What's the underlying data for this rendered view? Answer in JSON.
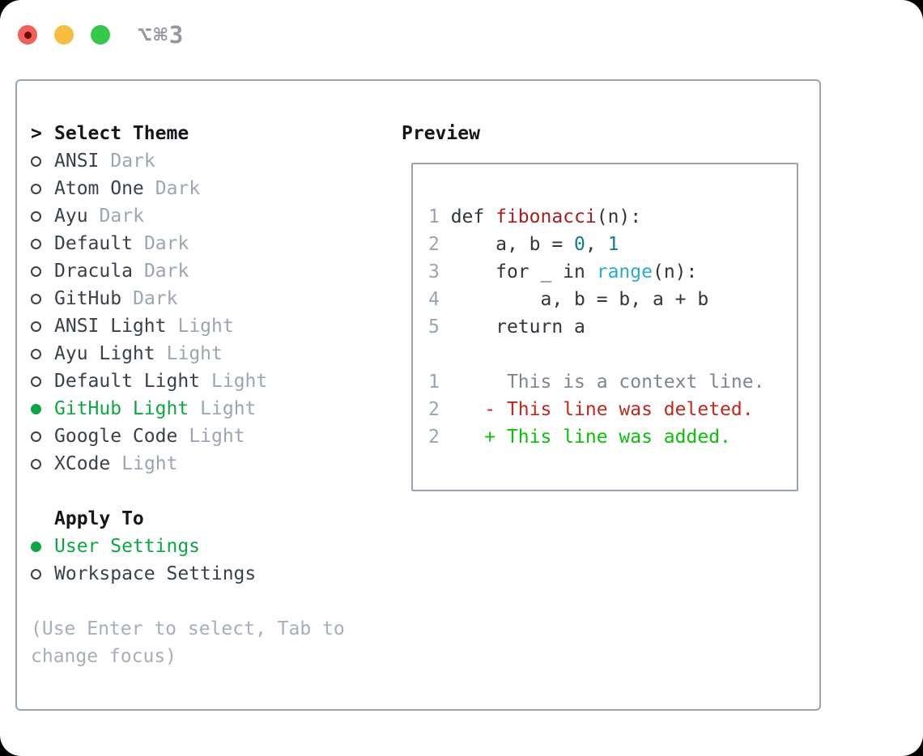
{
  "window": {
    "title": "⌥⌘3"
  },
  "theme_selector": {
    "header_marker": ">",
    "header": "Select Theme",
    "options": [
      {
        "name": "ANSI",
        "variant": "Dark",
        "selected": false
      },
      {
        "name": "Atom One",
        "variant": "Dark",
        "selected": false
      },
      {
        "name": "Ayu",
        "variant": "Dark",
        "selected": false
      },
      {
        "name": "Default",
        "variant": "Dark",
        "selected": false
      },
      {
        "name": "Dracula",
        "variant": "Dark",
        "selected": false
      },
      {
        "name": "GitHub",
        "variant": "Dark",
        "selected": false
      },
      {
        "name": "ANSI Light",
        "variant": "Light",
        "selected": false
      },
      {
        "name": "Ayu Light",
        "variant": "Light",
        "selected": false
      },
      {
        "name": "Default Light",
        "variant": "Light",
        "selected": false
      },
      {
        "name": "GitHub Light",
        "variant": "Light",
        "selected": true
      },
      {
        "name": "Google Code",
        "variant": "Light",
        "selected": false
      },
      {
        "name": "XCode",
        "variant": "Light",
        "selected": false
      }
    ]
  },
  "apply_to": {
    "header": "Apply To",
    "options": [
      {
        "name": "User Settings",
        "selected": true
      },
      {
        "name": "Workspace Settings",
        "selected": false
      }
    ]
  },
  "hint": "(Use Enter to select, Tab to change focus)",
  "preview": {
    "header": "Preview",
    "lines": [
      [
        [
          "1 ",
          "num"
        ],
        [
          "def ",
          "plain"
        ],
        [
          "fibonacci",
          "fn"
        ],
        [
          "(n):",
          "plain"
        ]
      ],
      [
        [
          "2",
          "num"
        ],
        [
          "     a, b = ",
          "plain"
        ],
        [
          "0",
          "lit"
        ],
        [
          ", ",
          "plain"
        ],
        [
          "1",
          "lit"
        ]
      ],
      [
        [
          "3",
          "num"
        ],
        [
          "     for _ in ",
          "plain"
        ],
        [
          "range",
          "bi"
        ],
        [
          "(n):",
          "plain"
        ]
      ],
      [
        [
          "4",
          "num"
        ],
        [
          "         a, b = b, a + b",
          "plain"
        ]
      ],
      [
        [
          "5",
          "num"
        ],
        [
          "     return a",
          "plain"
        ]
      ],
      [
        [
          "",
          "plain"
        ]
      ],
      [
        [
          "1",
          "num"
        ],
        [
          "      This is a context line.",
          "ctx"
        ]
      ],
      [
        [
          "2",
          "num"
        ],
        [
          "    ",
          "plain"
        ],
        [
          "- This line was deleted.",
          "del"
        ]
      ],
      [
        [
          "2",
          "num"
        ],
        [
          "    ",
          "plain"
        ],
        [
          "+ This line was added.",
          "add"
        ]
      ]
    ]
  },
  "colors": {
    "selection_green": "#0ba842",
    "added_green": "#08c108",
    "deleted_red": "#c1281c",
    "function_red": "#a81e1e",
    "literal_teal": "#0d808b",
    "builtin_blue": "#2ea7d7",
    "panel_border": "#9aa4af",
    "line_number_gray": "#9aa4b0",
    "code_text": "#30363d",
    "context_gray": "#7f868e",
    "variant_gray": "#9ba6b4",
    "hint_gray": "#a7aeb9",
    "traffic_red": "#f0615a",
    "traffic_yellow": "#f6bd40",
    "traffic_green": "#36c84b"
  }
}
